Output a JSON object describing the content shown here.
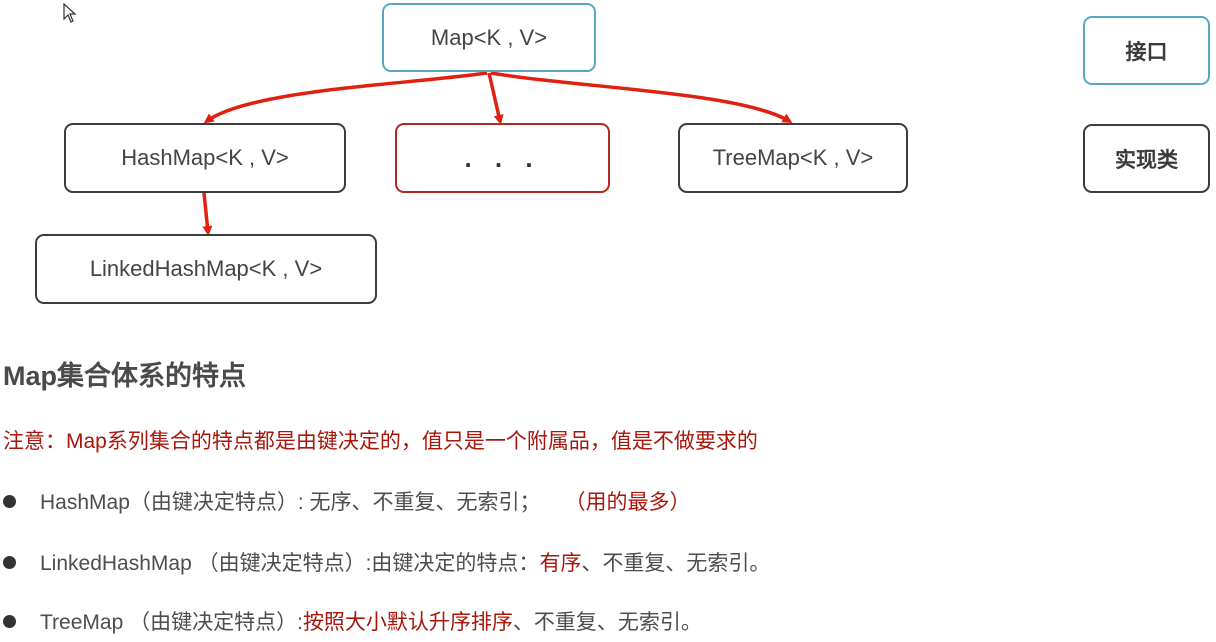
{
  "diagram": {
    "root": "Map<K , V>",
    "children": [
      "HashMap<K , V>",
      ". . .",
      "TreeMap<K , V>"
    ],
    "grandchild": "LinkedHashMap<K , V>"
  },
  "legend": {
    "interface": "接口",
    "implementation": "实现类"
  },
  "section": {
    "title": "Map集合体系的特点",
    "note": "注意：Map系列集合的特点都是由键决定的，值只是一个附属品，值是不做要求的",
    "bullets": [
      {
        "name": "HashMap",
        "desc": "（由键决定特点）: 无序、不重复、无索引；",
        "highlight": "（用的最多）"
      },
      {
        "name": "LinkedHashMap ",
        "desc": "（由键决定特点）:由键决定的特点：",
        "highlight": "有序",
        "rest": "、不重复、无索引。"
      },
      {
        "name": "TreeMap ",
        "desc": "（由键决定特点）:",
        "highlight": "按照大小默认升序排序",
        "rest": "、不重复、无索引。"
      }
    ]
  },
  "colors": {
    "interface_border": "#5aa8bf",
    "impl_border": "#3c3c3c",
    "arrow": "#e02010",
    "note_red": "#a8160c"
  }
}
